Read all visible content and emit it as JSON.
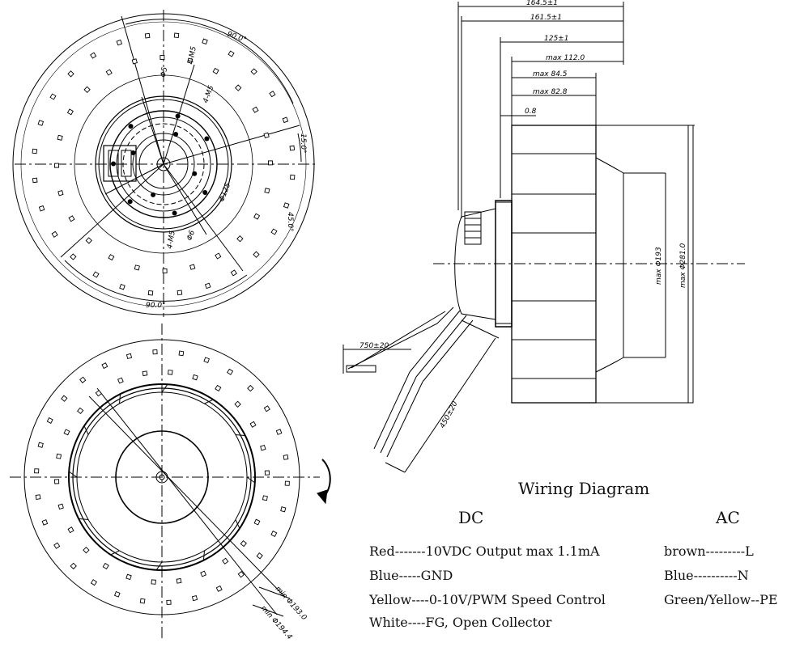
{
  "dimensions": {
    "top_view": {
      "angle_top": "90.0°",
      "angle_bottom": "90.0°",
      "angle_right": "15.0°",
      "angle_right_lower": "45.0°",
      "hole_label_a": "Φ5",
      "hole_label_b": "4-M5",
      "hole_label_c": "4-M5",
      "hole_label_d": "4-M5",
      "bolt_circle": "Φ125",
      "diameter_small": "Φ6"
    },
    "side_view": {
      "d1": "164.5±1",
      "d2": "161.5±1",
      "d3": "125±1",
      "d4": "max 112.0",
      "d5": "max 84.5",
      "d6": "max 82.8",
      "d7": "0.8",
      "dia_inner": "max Φ193",
      "dia_outer": "max Φ281.0",
      "cable_short": "750±20",
      "cable_long": "450±20"
    },
    "bottom_view": {
      "min_dia_a": "min Φ193.0",
      "min_dia_b": "min Φ194.4"
    }
  },
  "wiring": {
    "title": "Wiring Diagram",
    "dc_header": "DC",
    "ac_header": "AC",
    "dc_lines": [
      "Red-------10VDC Output max 1.1mA",
      "Blue-----GND",
      "Yellow----0-10V/PWM Speed Control",
      "White----FG, Open Collector"
    ],
    "ac_lines": [
      "brown---------L",
      "Blue----------N",
      "Green/Yellow--PE"
    ]
  },
  "colors": {
    "ink": "#000000",
    "background": "#ffffff"
  }
}
